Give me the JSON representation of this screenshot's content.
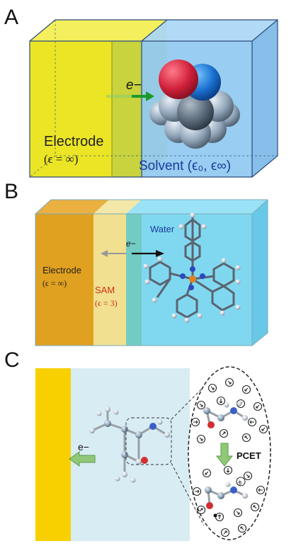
{
  "panels": {
    "a": {
      "letter": "A",
      "electron_label": "e−",
      "electrode_label": "Electrode",
      "electrode_eps": "(ϵ = ∞)",
      "solvent_label": "Solvent (ϵ₀, ϵ∞)",
      "colors": {
        "electrode": "#e8e000",
        "solvent": "#8ec8f0",
        "arrow": "#1a9a2a"
      }
    },
    "b": {
      "letter": "B",
      "electron_label": "e−",
      "water_label": "Water",
      "electrode_label": "Electrode",
      "electrode_eps": "(ϵ = ∞)",
      "sam_label": "SAM",
      "sam_eps": "(ϵ = 3)",
      "colors": {
        "electrode": "#e0a020",
        "sam": "#f0e090",
        "water": "#80d8f0",
        "sam_text": "#d03010",
        "water_text": "#1a3a9a"
      }
    },
    "c": {
      "letter": "C",
      "electron_label": "e−",
      "pcet_label": "PCET",
      "plus_label": "+",
      "colors": {
        "electrode": "#f8d000",
        "solution": "#d8ecf4",
        "arrow": "#90c878"
      }
    }
  }
}
